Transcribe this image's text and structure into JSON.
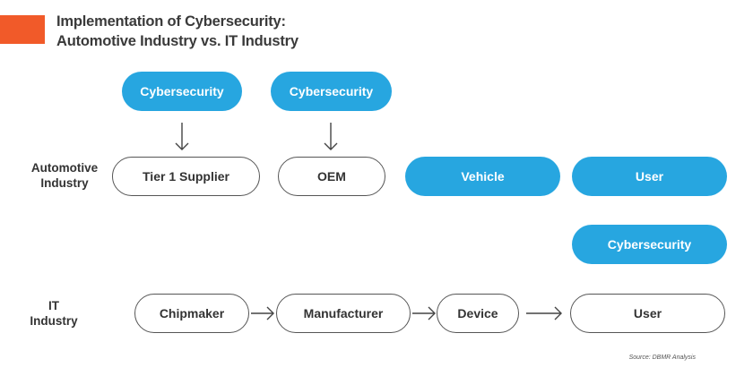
{
  "title": {
    "line1": "Implementation of Cybersecurity:",
    "line2": "Automotive Industry vs. IT Industry"
  },
  "colors": {
    "accent": "#f15a29",
    "blue": "#27a6e0",
    "outline": "#555555"
  },
  "automotive": {
    "label_line1": "Automotive",
    "label_line2": "Industry",
    "cybersecurity_top": [
      "Cybersecurity",
      "Cybersecurity"
    ],
    "nodes": [
      "Tier 1 Supplier",
      "OEM",
      "Vehicle",
      "User"
    ]
  },
  "it": {
    "label_line1": "IT",
    "label_line2": "Industry",
    "cybersecurity_top": "Cybersecurity",
    "nodes": [
      "Chipmaker",
      "Manufacturer",
      "Device",
      "User"
    ]
  },
  "source": "Source: DBMR Analysis"
}
